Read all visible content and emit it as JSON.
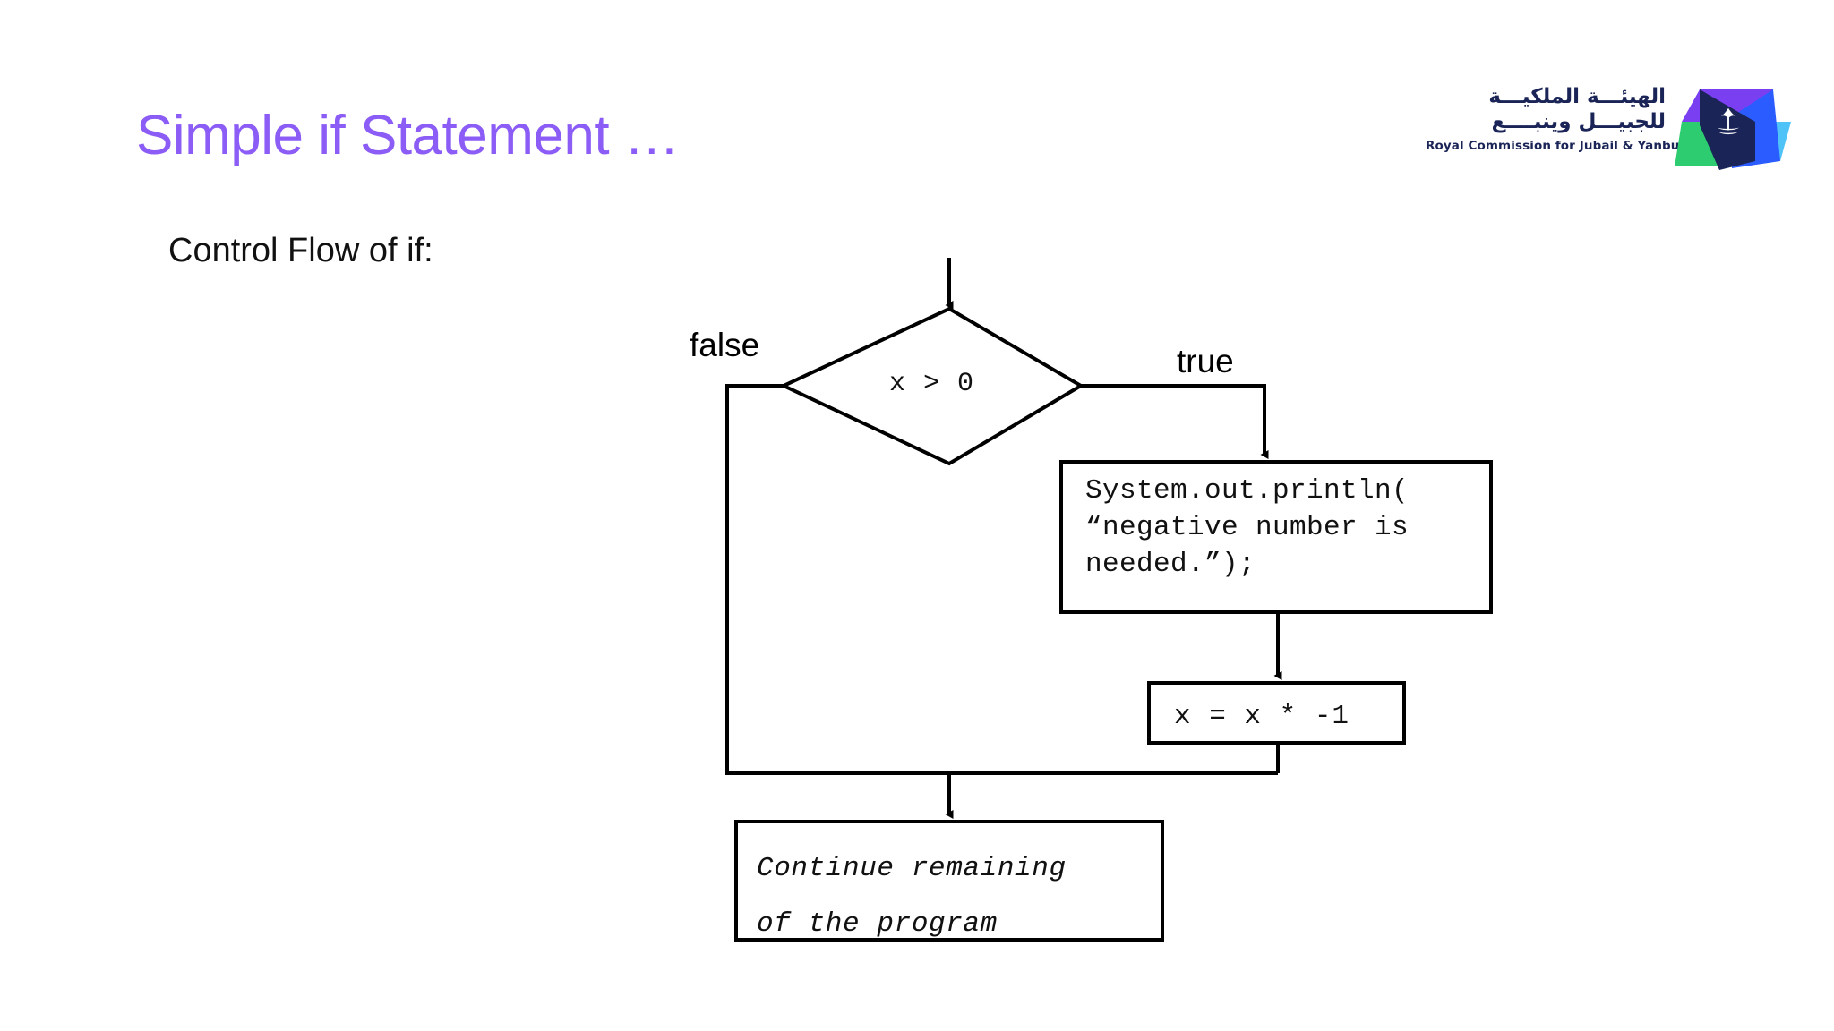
{
  "slide": {
    "title": "Simple if Statement …",
    "title_color": "#8B5CF6",
    "subtitle": "Control Flow of if:",
    "background_color": "#ffffff"
  },
  "logo": {
    "arabic_line1": "الهيئـــة الملكيـــة",
    "arabic_line2": "للجبيـــل وينبــــع",
    "english": "Royal Commission for Jubail & Yanbu",
    "text_color": "#1A2456",
    "mark_colors": {
      "purple": "#7B3FF2",
      "green": "#2ECC71",
      "navy": "#1A2456",
      "blue": "#2B5CFF",
      "light_blue": "#4FC3F7"
    }
  },
  "flowchart": {
    "title": "Control Flow of if",
    "stroke_color": "#000000",
    "branch_labels": {
      "false": "false",
      "true": "true"
    },
    "nodes": [
      {
        "id": "decision",
        "shape": "diamond",
        "text": "x > 0"
      },
      {
        "id": "println",
        "shape": "rect",
        "lines": [
          "System.out.println(",
          "“negative number is",
          "needed.”);"
        ],
        "text": "System.out.println(\n“negative number is\nneeded.”);"
      },
      {
        "id": "assign",
        "shape": "rect",
        "text": "x = x * -1"
      },
      {
        "id": "continue",
        "shape": "rect",
        "style": "italic",
        "lines": [
          "Continue remaining",
          "of the program"
        ],
        "text": "Continue remaining\nof the program"
      }
    ],
    "edges": [
      {
        "from": "start",
        "to": "decision",
        "label": ""
      },
      {
        "from": "decision",
        "to": "println",
        "label": "true"
      },
      {
        "from": "println",
        "to": "assign",
        "label": ""
      },
      {
        "from": "assign",
        "to": "continue",
        "label": ""
      },
      {
        "from": "decision",
        "to": "continue",
        "label": "false"
      }
    ]
  }
}
